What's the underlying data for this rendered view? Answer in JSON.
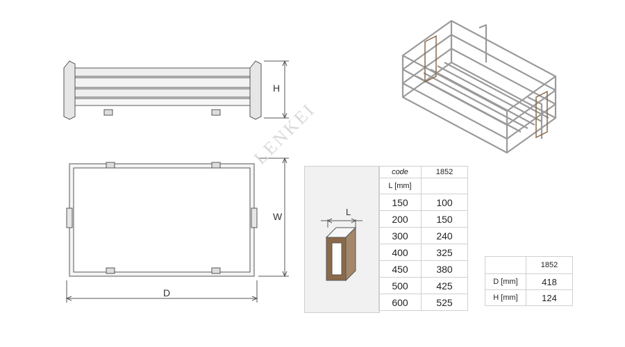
{
  "watermark": "LENKEI",
  "drawing": {
    "h_label": "H",
    "w_label": "W",
    "d_label": "D",
    "l_label": "L"
  },
  "size_table": {
    "header": {
      "code_label": "code",
      "code_value": "1852",
      "l_label": "L [mm]"
    },
    "rows": [
      {
        "l": "150",
        "code": "100"
      },
      {
        "l": "200",
        "code": "150"
      },
      {
        "l": "300",
        "code": "240"
      },
      {
        "l": "400",
        "code": "325"
      },
      {
        "l": "450",
        "code": "380"
      },
      {
        "l": "500",
        "code": "425"
      },
      {
        "l": "600",
        "code": "525"
      }
    ]
  },
  "dim_table": {
    "header": "1852",
    "rows": [
      {
        "label": "D [mm]",
        "value": "418"
      },
      {
        "label": "H [mm]",
        "value": "124"
      }
    ]
  },
  "colors": {
    "line": "#555555",
    "accent": "#8a6a4a",
    "wire": "#9a9a9a"
  }
}
